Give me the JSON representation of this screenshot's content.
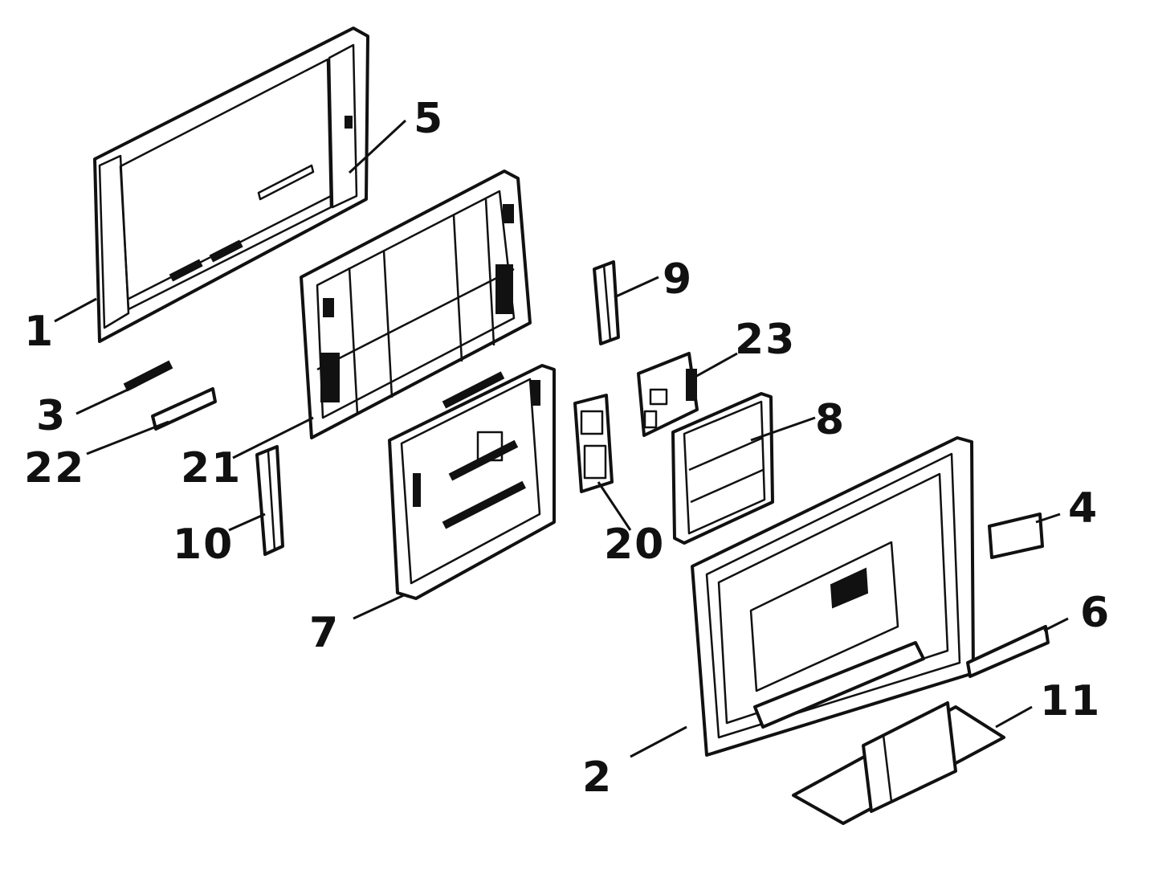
{
  "callouts": {
    "c1": "1",
    "c2": "2",
    "c3": "3",
    "c4": "4",
    "c5": "5",
    "c6": "6",
    "c7": "7",
    "c8": "8",
    "c9": "9",
    "c10": "10",
    "c11": "11",
    "c20": "20",
    "c21": "21",
    "c22": "22",
    "c23": "23"
  }
}
